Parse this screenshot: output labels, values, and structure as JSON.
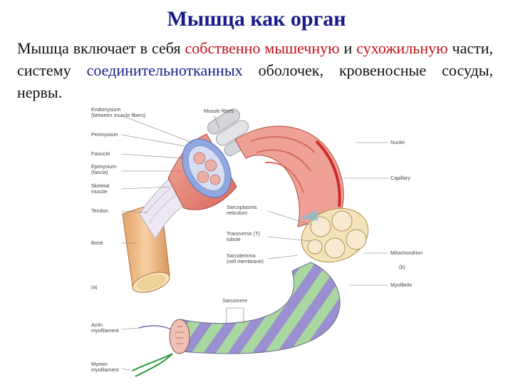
{
  "title": "Мышца как орган",
  "paragraph": {
    "p1": "Мышца включает в себя ",
    "p2": "собственно мышечную",
    "p3": " и ",
    "p4": "сухожильную",
    "p5": " части, систему ",
    "p6": "соединительнотканных",
    "p7": " оболочек, кровеносные сосуды, нервы."
  },
  "labels": {
    "endomysium": "Endomysium",
    "endomysium_sub": "(between muscle fibers)",
    "muscle_fibers": "Muscle fibers",
    "perimysium": "Perimysium",
    "fascicle": "Fascicle",
    "epimysium": "Epimysium",
    "fascia": "(fascia)",
    "skeletal": "Skeletal",
    "muscle": "muscle",
    "tendon": "Tendon",
    "bone": "Bone",
    "nuclei": "Nuclei",
    "capillary": "Capillary",
    "sr1": "Sarcoplasmic",
    "sr2": "reticulum",
    "tt1": "Transverse (T)",
    "tt2": "tubule",
    "sl1": "Sarcolemma",
    "sl2": "(cell membrane)",
    "mito": "Mitochondrion",
    "b": "(b)",
    "a": "(a)",
    "myofibrils": "Myofibrils",
    "sarcomere": "Sarcomere",
    "actin1": "Actin",
    "actin2": "myofilament",
    "myosin1": "Myosin",
    "myosin2": "myofilament"
  },
  "colors": {
    "title": "#1a1a8c",
    "highlight_red": "#c0101c",
    "muscle": "#e8847a",
    "tendon": "#e9e4f0",
    "bone": "#f2c28e",
    "epimysium_blue": "#8fa8e0",
    "stripe_green": "#a8d8a0",
    "stripe_lilac": "#9a8fd0"
  }
}
